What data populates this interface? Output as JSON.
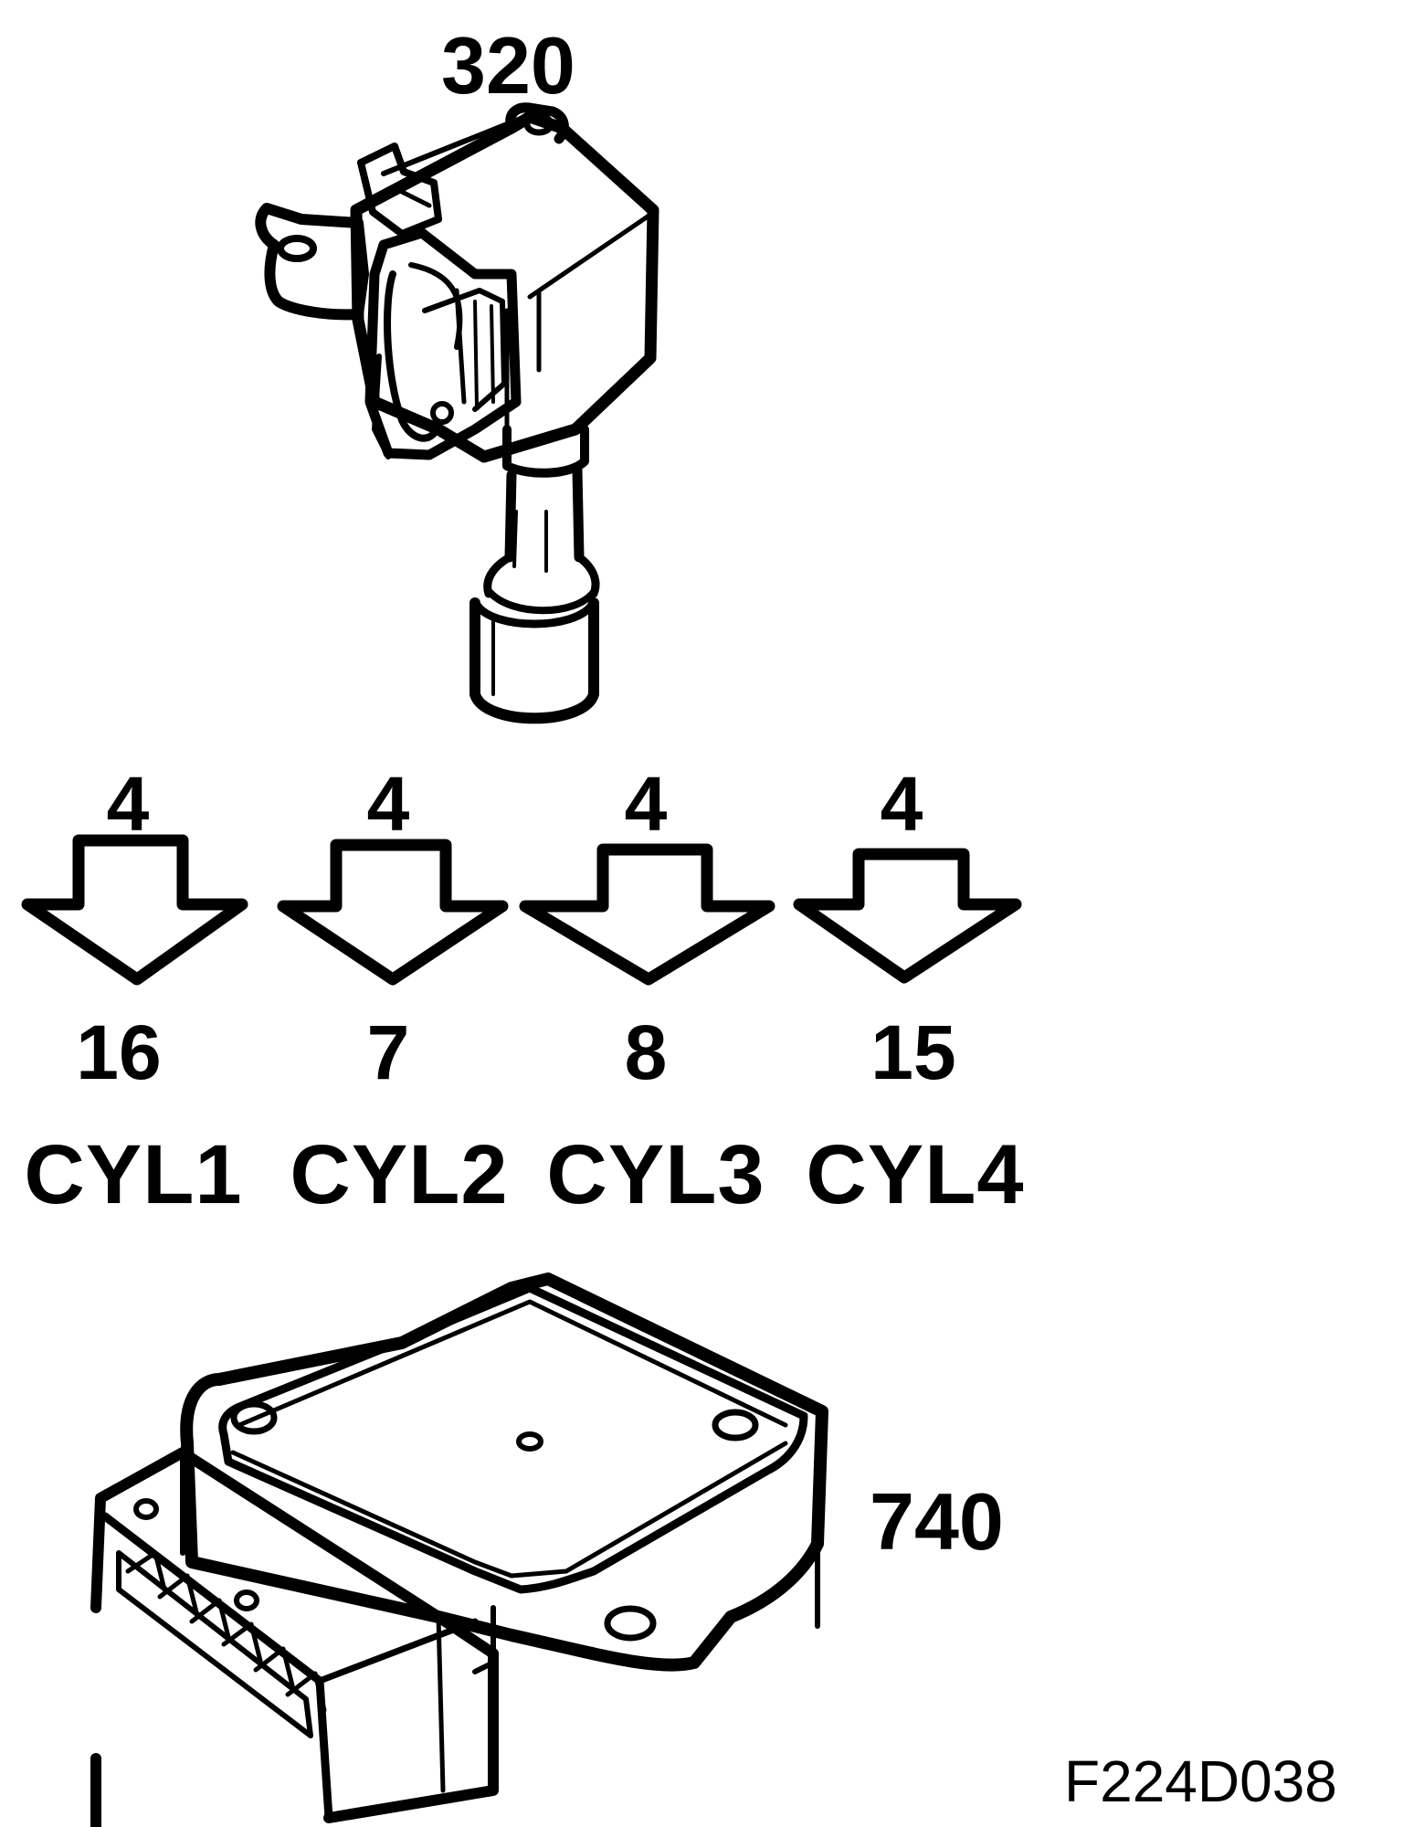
{
  "coil": {
    "ref": "320",
    "icon": "ignition-coil-icon"
  },
  "module": {
    "ref": "740",
    "icon": "ignition-module-icon"
  },
  "connections": [
    {
      "from_pin": "4",
      "to_pin": "16",
      "cylinder": "CYL1"
    },
    {
      "from_pin": "4",
      "to_pin": "7",
      "cylinder": "CYL2"
    },
    {
      "from_pin": "4",
      "to_pin": "8",
      "cylinder": "CYL3"
    },
    {
      "from_pin": "4",
      "to_pin": "15",
      "cylinder": "CYL4"
    }
  ],
  "figure_code": "F224D038",
  "colors": {
    "ink": "#000000",
    "paper": "#ffffff"
  }
}
